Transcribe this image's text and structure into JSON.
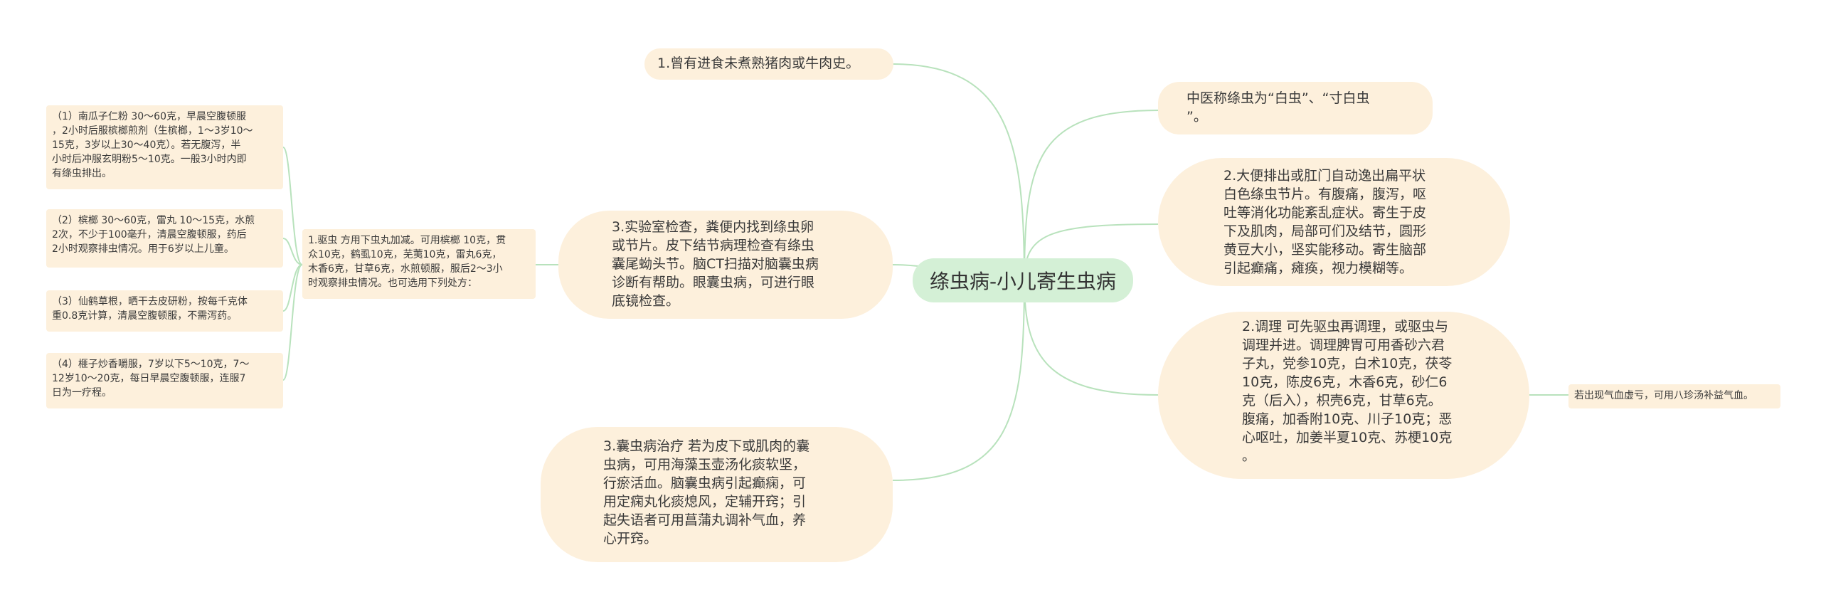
{
  "root": {
    "label": "绦虫病-小儿寄生虫病"
  },
  "left": {
    "history": "1.曾有进食未煮熟猪肉或牛肉史。",
    "lab": "3.实验室检查，粪便内找到绦虫卵\n或节片。皮下结节病理检查有绦虫\n囊尾蚴头节。脑CT扫描对脑囊虫病\n诊断有帮助。眼囊虫病，可进行眼\n底镜检查。",
    "cyst_treatment": "3.囊虫病治疗 若为皮下或肌肉的囊\n虫病，可用海藻玉壶汤化痰软坚，\n行瘀活血。脑囊虫病引起癫痫，可\n用定痫丸化痰熄风，定辅开窍；引\n起失语者可用菖蒲丸调补气血，养\n心开窍。",
    "deworm": "1.驱虫 方用下虫丸加减。可用槟榔 10克，贯\n众10克，鹤虱10克，芜荑10克，雷丸6克，\n木香6克，甘草6克，水煎顿服，服后2～3小\n时观察排虫情况。也可选用下列处方：",
    "prescriptions": [
      "（1）南瓜子仁粉 30～60克，早晨空腹顿服\n，2小时后服槟榔煎剂（生槟榔，1～3岁10～\n15克，3岁以上30～40克）。若无腹泻，半\n小时后冲服玄明粉5～10克。一般3小时内即\n有绦虫排出。",
      "（2）槟榔 30～60克，雷丸 10～15克，水煎\n2次，不少于100毫升，清晨空腹顿服，药后\n2小时观察排虫情况。用于6岁以上儿童。",
      "（3）仙鹤草根，晒干去皮研粉，按每千克体\n重0.8克计算，清晨空腹顿服，不需泻药。",
      "（4）榧子炒香嚼服，7岁以下5～10克，7～\n12岁10～20克，每日早晨空腹顿服，连服7\n日为一疗程。"
    ]
  },
  "right": {
    "tcm_name": "中医称绦虫为“白虫”、“寸白虫\n”。",
    "symptoms": "2.大便排出或肛门自动逸出扁平状\n白色绦虫节片。有腹痛，腹泻，呕\n吐等消化功能紊乱症状。寄生于皮\n下及肌肉，局部可们及结节，圆形\n黄豆大小，坚实能移动。寄生脑部\n引起癫痛，瘫痪，视力模糊等。",
    "regulate": "2.调理 可先驱虫再调理，或驱虫与\n调理并进。调理脾胃可用香砂六君\n子丸，党参10克，白术10克，茯苓\n10克，陈皮6克，木香6克，砂仁6\n克（后入），枳壳6克，甘草6克。\n腹痛，加香附10克、川子10克；恶\n心呕吐，加姜半夏10克、苏梗10克\n。",
    "regulate_note": "若出现气血虚亏，可用八珍汤补益气血。"
  },
  "colors": {
    "node_fill": "#fdf0dc",
    "root_fill": "#d4f0d6",
    "connector": "#b8e2bc"
  }
}
